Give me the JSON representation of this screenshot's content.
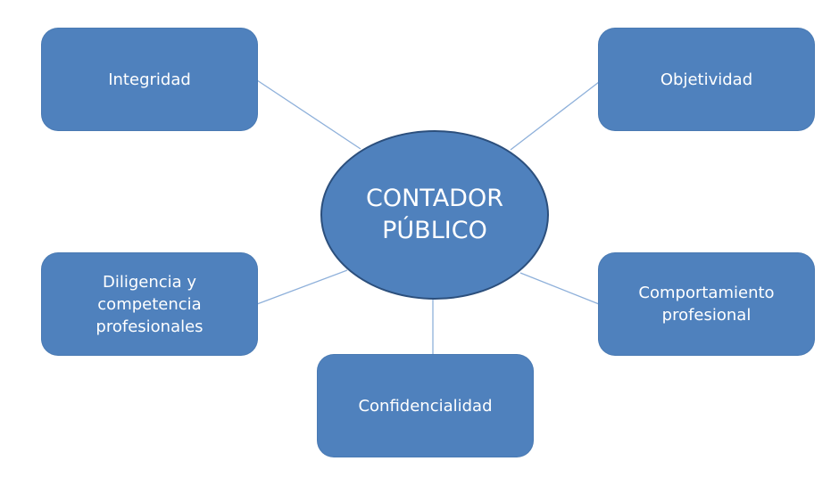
{
  "center": {
    "label": "CONTADOR\nPÚBLICO"
  },
  "nodes": {
    "integridad": "Integridad",
    "objetividad": "Objetividad",
    "diligencia": "Diligencia y\ncompetencia\nprofesionales",
    "comportamiento": "Comportamiento\nprofesional",
    "confidencialidad": "Confidencialidad"
  },
  "colors": {
    "fill": "#4f81bd",
    "border": "#2c4f7c",
    "connector": "#8eb0da"
  }
}
